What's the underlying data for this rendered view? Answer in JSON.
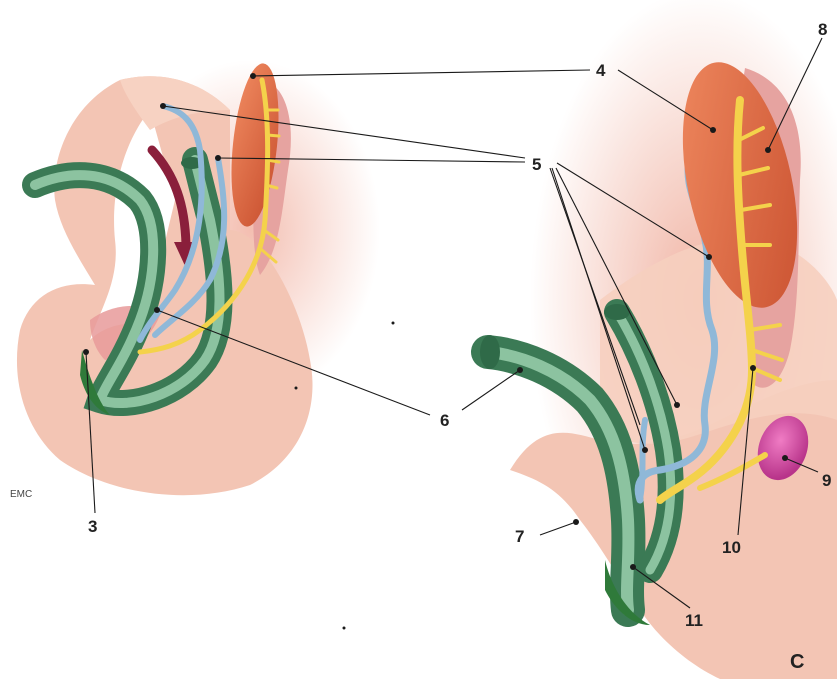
{
  "figure": {
    "panel_letter": "C",
    "signature": "EMC",
    "callouts": [
      "3",
      "4",
      "5",
      "6",
      "7",
      "8",
      "9",
      "10",
      "11"
    ]
  },
  "colors": {
    "tissue": "#f3c5b4",
    "glow": "#f2b7a8",
    "intestine_green": "#5a9a72",
    "intestine_dark": "#3b7a55",
    "vessel_blue": "#8fb8d8",
    "organ_orange": "#de6a45",
    "lobe_pink": "#e6a3a0",
    "nerve_yellow": "#f4d24b",
    "nodule_magenta": "#cf4a9c",
    "arrow_red": "#8a1f3b"
  }
}
